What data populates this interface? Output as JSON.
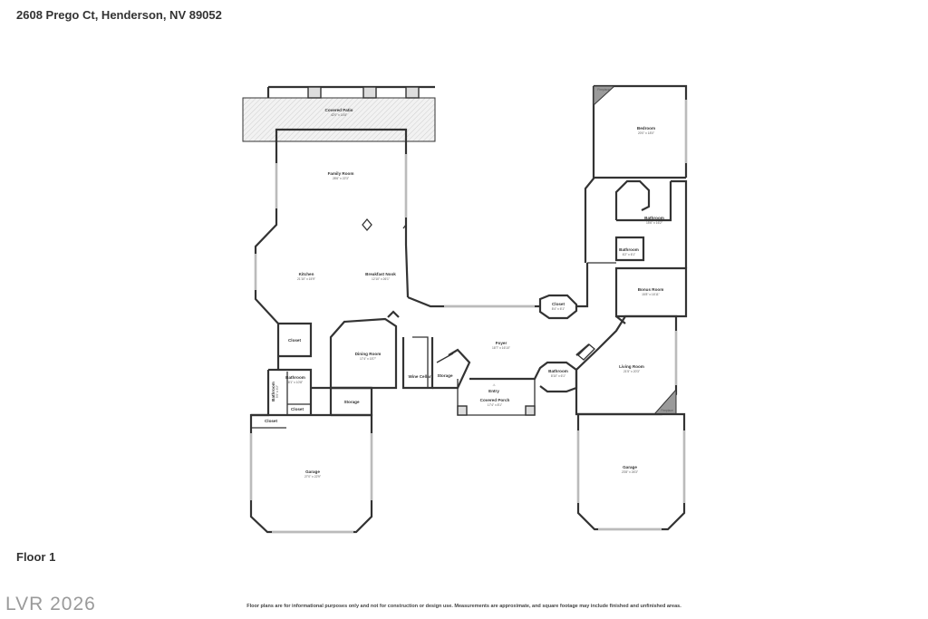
{
  "address": "2608 Prego Ct, Henderson, NV 89052",
  "floor_label": "Floor 1",
  "watermark": "LVR 2026",
  "disclaimer": "Floor plans are for informational purposes only and not for construction or design use. Measurements are approximate, and square footage may include finished and unfinished areas.",
  "rooms": {
    "covered_patio": {
      "name": "Covered Patio",
      "dims": "42'0\" x 14'8\""
    },
    "family_room": {
      "name": "Family Room",
      "dims": "28'6\" x 22'3\""
    },
    "kitchen": {
      "name": "Kitchen",
      "dims": "21'10\" x 15'9\""
    },
    "breakfast_nook": {
      "name": "Breakfast Nook",
      "dims": "12'10\" x 26'1\""
    },
    "closet_a": {
      "name": "Closet",
      "dims": ""
    },
    "bathroom_a": {
      "name": "Bathroom",
      "dims": "8'1\" x 10'8\""
    },
    "bathroom_small": {
      "name": "Bathroom",
      "dims": "5'0\" x 8'2\""
    },
    "closet_b": {
      "name": "Closet",
      "dims": ""
    },
    "closet_c": {
      "name": "Closet",
      "dims": ""
    },
    "dining_room": {
      "name": "Dining Room",
      "dims": "17'4\" x 15'7\""
    },
    "wine_cellar": {
      "name": "Wine Cellar",
      "dims": ""
    },
    "storage_under_stairs": {
      "name": "Storage",
      "dims": ""
    },
    "storage_a": {
      "name": "Storage",
      "dims": ""
    },
    "garage_left": {
      "name": "Garage",
      "dims": "27'0\" x 22'9\""
    },
    "foyer": {
      "name": "Foyer",
      "dims": "18'7\" x 16'10\""
    },
    "entry": {
      "name": "Entry",
      "dims": ""
    },
    "covered_porch": {
      "name": "Covered Porch",
      "dims": "17'4\" x 8'1\""
    },
    "closet_d": {
      "name": "Closet",
      "dims": "8'4\" x 6'1\""
    },
    "bathroom_b": {
      "name": "Bathroom",
      "dims": "8'10\" x 6'1\""
    },
    "bedroom": {
      "name": "Bedroom",
      "dims": "20'0\" x 18'0\""
    },
    "bathroom_c": {
      "name": "Bathroom",
      "dims": "15'6\" x 16'2\""
    },
    "bathroom_d": {
      "name": "Bathroom",
      "dims": "6'2\" x 6'1\""
    },
    "bonus_room": {
      "name": "Bonus Room",
      "dims": "15'8\" x 16'11\""
    },
    "living_room": {
      "name": "Living Room",
      "dims": "21'5\" x 20'3\""
    },
    "garage_right": {
      "name": "Garage",
      "dims": "23'8\" x 26'3\""
    }
  },
  "fireplace_labels": {
    "top": "Fireplace",
    "bottom": "Fireplace"
  }
}
